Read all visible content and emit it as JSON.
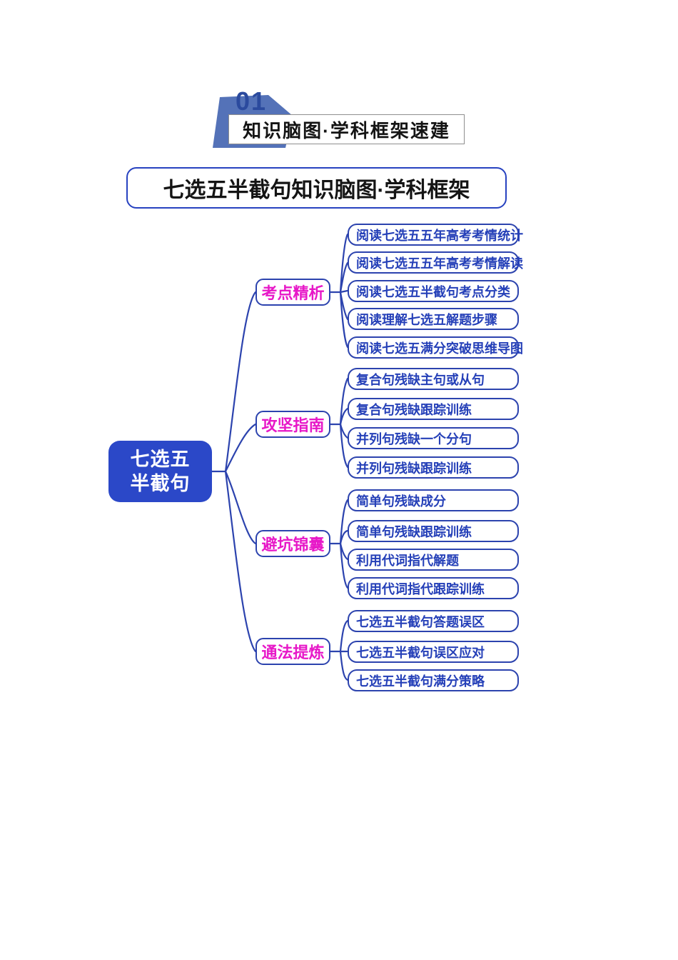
{
  "header": {
    "badge": "01",
    "title": "知识脑图·学科框架速建"
  },
  "title_box": {
    "text": "七选五半截句知识脑图·学科框架"
  },
  "mindmap": {
    "root": {
      "line1": "七选五",
      "line2": "半截句"
    },
    "branches": [
      {
        "label": "考点精析",
        "leaves": [
          "阅读七选五五年高考考情统计",
          "阅读七选五五年高考考情解读",
          "阅读七选五半截句考点分类",
          "阅读理解七选五解题步骤",
          "阅读七选五满分突破思维导图"
        ]
      },
      {
        "label": "攻坚指南",
        "leaves": [
          "复合句残缺主句或从句",
          "复合句残缺跟踪训练",
          "并列句残缺一个分句",
          "并列句残缺跟踪训练"
        ]
      },
      {
        "label": "避坑锦囊",
        "leaves": [
          "简单句残缺成分",
          "简单句残缺跟踪训练",
          "利用代词指代解题",
          "利用代词指代跟踪训练"
        ]
      },
      {
        "label": "通法提炼",
        "leaves": [
          "七选五半截句答题误区",
          "七选五半截句误区应对",
          "七选五半截句满分策略"
        ]
      }
    ]
  },
  "colors": {
    "root_fill": "#2b48c8",
    "line_blue": "#2c43ae",
    "leaf_text_blue": "#2540b8",
    "branch_magenta": "#e718c8",
    "banner_blue": "#5472b8",
    "badge_navy": "#2b4a9e"
  }
}
